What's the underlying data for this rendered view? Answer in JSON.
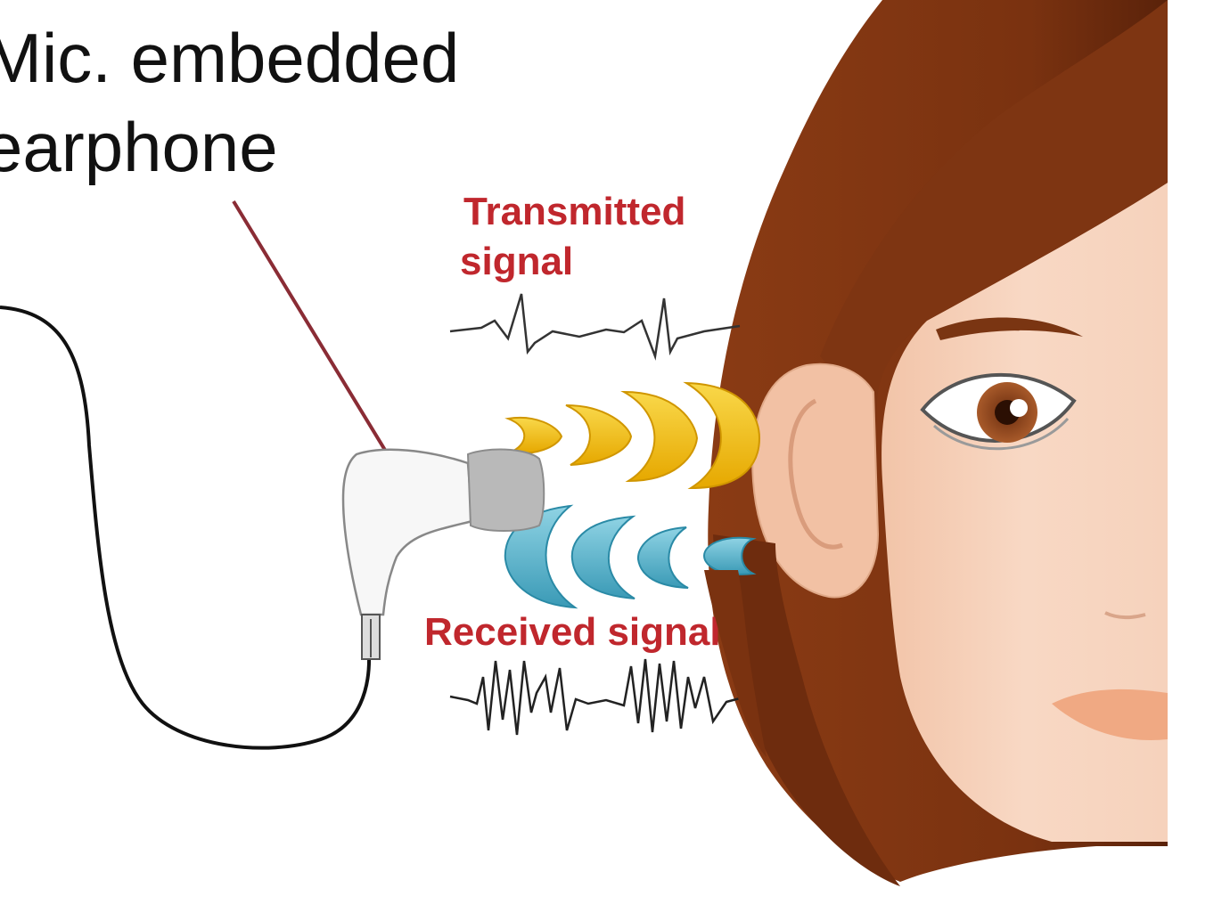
{
  "title": {
    "line1": "Mic. embedded",
    "line2": "earphone"
  },
  "labels": {
    "transmitted_line1": "Transmitted",
    "transmitted_line2": "signal",
    "received": "Received signal"
  },
  "colors": {
    "label_red": "#c0272d",
    "hair": "#7e3512",
    "hair_dark": "#5a220a",
    "skin": "#f7d3bd",
    "transmitted_wave": "#f5c518",
    "received_wave": "#5bb8d0",
    "earphone_tip": "#b9b9b9"
  },
  "icons": {
    "earphone": "earphone-icon",
    "face": "face-illustration"
  }
}
